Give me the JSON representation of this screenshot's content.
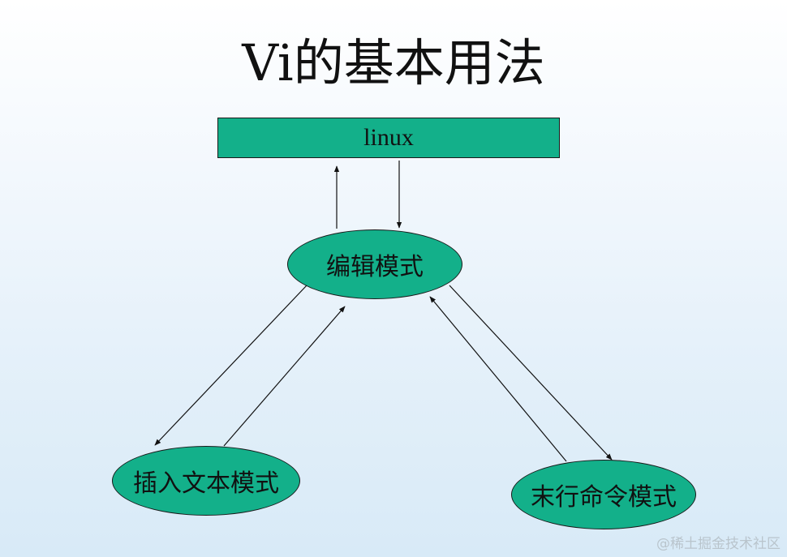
{
  "title": "Vi的基本用法",
  "diagram": {
    "top_box": "linux",
    "nodes": {
      "edit_mode": "编辑模式",
      "insert_mode": "插入文本模式",
      "command_mode": "末行命令模式"
    }
  },
  "watermark": "@稀土掘金技术社区",
  "colors": {
    "node_fill": "#13b08a",
    "border": "#1a1a1a",
    "background_top": "#ffffff",
    "background_bottom": "#d8eaf7"
  }
}
